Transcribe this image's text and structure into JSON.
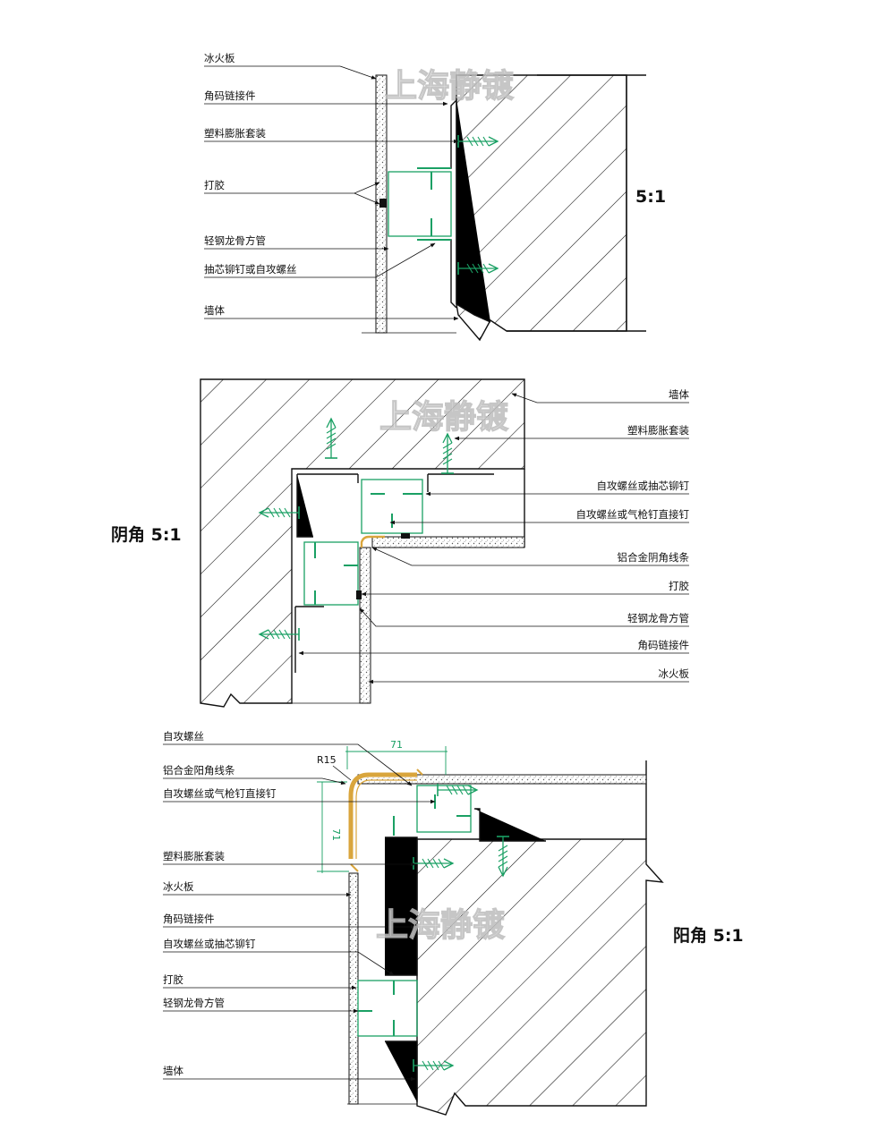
{
  "watermark": "上海静镀",
  "colors": {
    "steel": "#1aa064",
    "aluminium": "#d9a53c",
    "line": "#111111"
  },
  "detail1": {
    "scale": "5:1",
    "labels": [
      "冰火板",
      "角码链接件",
      "塑料膨胀套装",
      "打胶",
      "轻钢龙骨方管",
      "抽芯铆钉或自攻螺丝",
      "墙体"
    ]
  },
  "detail2": {
    "scale": "阴角 5:1",
    "labels": [
      "墙体",
      "塑料膨胀套装",
      "自攻螺丝或抽芯铆钉",
      "自攻螺丝或气枪钉直接钉",
      "铝合金阴角线条",
      "打胶",
      "轻钢龙骨方管",
      "角码链接件",
      "冰火板"
    ]
  },
  "detail3": {
    "scale": "阳角 5:1",
    "labels": [
      "自攻螺丝",
      "铝合金阳角线条",
      "自攻螺丝或气枪钉直接钉",
      "塑料膨胀套装",
      "冰火板",
      "角码链接件",
      "自攻螺丝或抽芯铆钉",
      "打胶",
      "轻钢龙骨方管",
      "墙体"
    ],
    "dim_h": "71",
    "dim_v": "71",
    "radius": "R15"
  }
}
